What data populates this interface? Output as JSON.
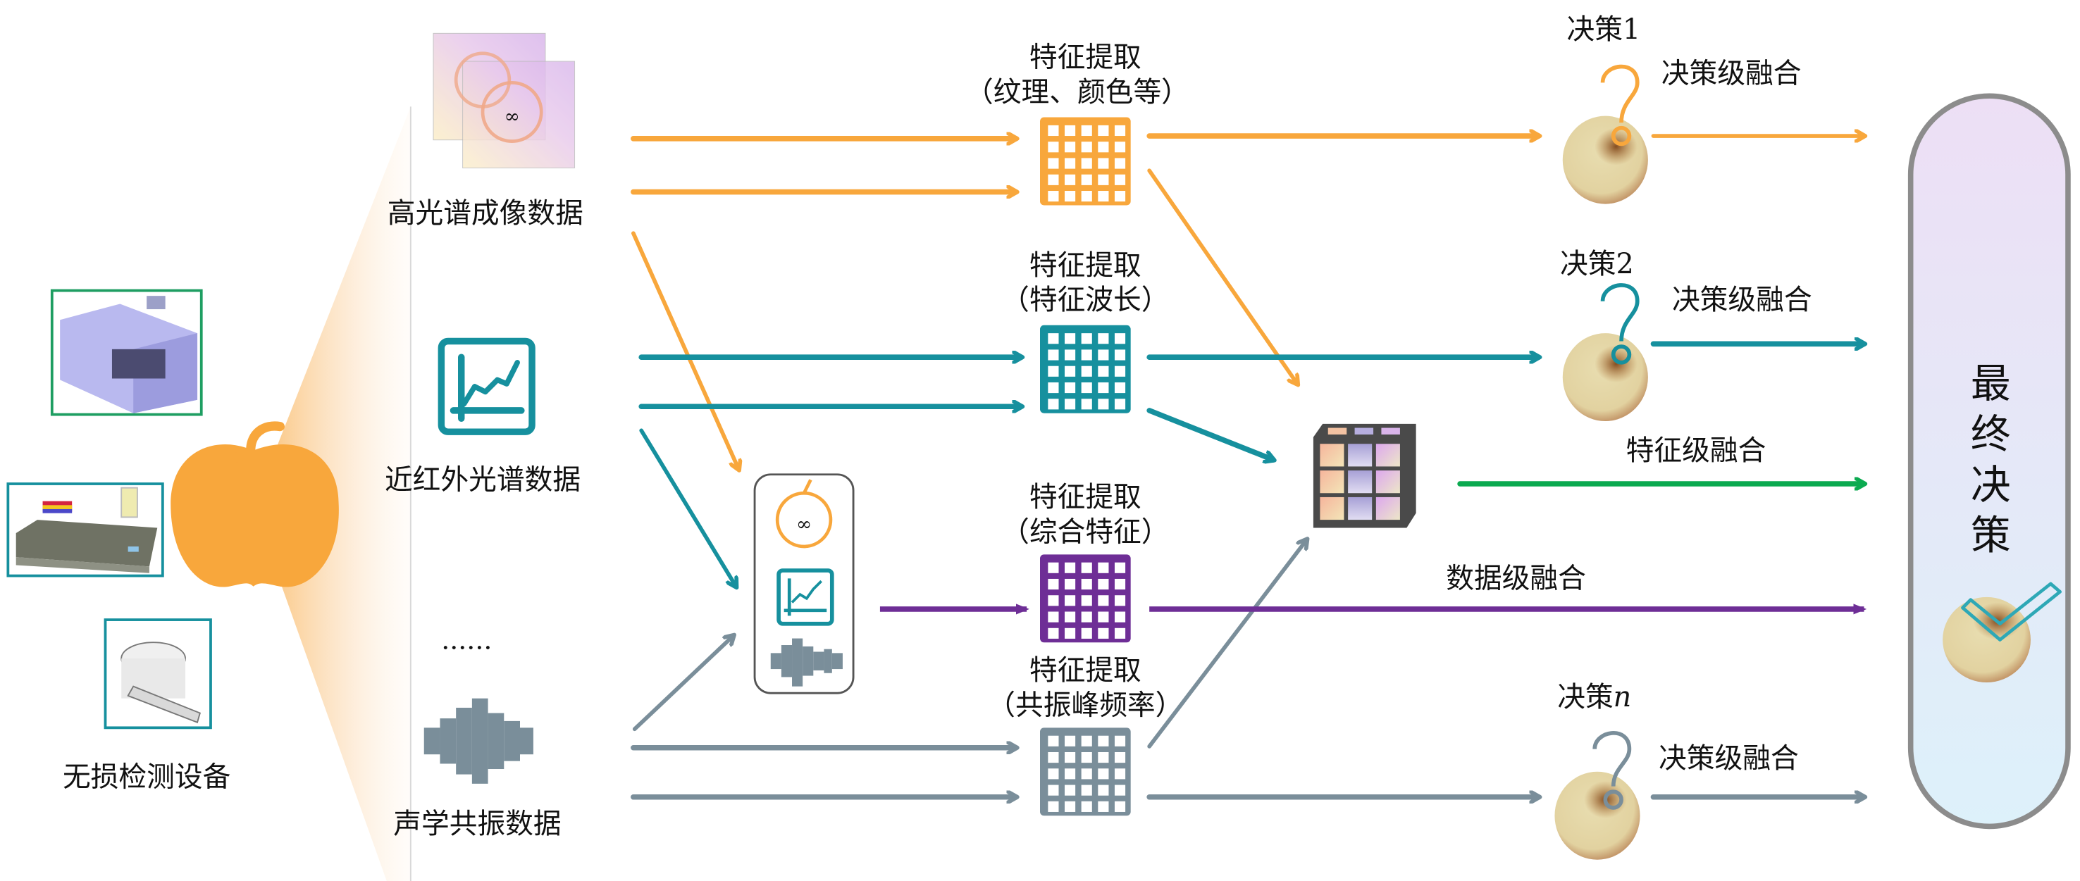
{
  "title": "苹果无损检测多源信息融合流程",
  "colors": {
    "hyperspectral": "#F8A73C",
    "nir": "#16909E",
    "acoustic": "#7A8E9A",
    "combined": "#6E2E96",
    "feature_fusion": "#0BAA50",
    "cube_frame": "#4A4A4A",
    "pill_border": "#8C8C8C"
  },
  "devices": {
    "label": "无损检测设备",
    "items": [
      {
        "name": "hyperspectral-imager",
        "border": "#1E9E62"
      },
      {
        "name": "nir-spectrometer",
        "border": "#16909E"
      },
      {
        "name": "nmr-analyzer",
        "border": "#16909E"
      }
    ]
  },
  "sources": [
    {
      "id": "hsi",
      "label": "高光谱成像数据",
      "icon": "apple-slices-image-icon"
    },
    {
      "id": "nir",
      "label": "近红外光谱数据",
      "icon": "line-chart-icon"
    },
    {
      "id": "ellipsis",
      "label": "......"
    },
    {
      "id": "acoustic",
      "label": "声学共振数据",
      "icon": "sound-wave-icon"
    }
  ],
  "feature_extraction": [
    {
      "title": "特征提取",
      "subtitle": "（纹理、颜色等）"
    },
    {
      "title": "特征提取",
      "subtitle": "（特征波长）"
    },
    {
      "title": "特征提取",
      "subtitle": "（综合特征）"
    },
    {
      "title": "特征提取",
      "subtitle": "（共振峰频率）"
    }
  ],
  "decisions": [
    {
      "label": "决策1",
      "fusion": "决策级融合"
    },
    {
      "label": "决策2",
      "fusion": "决策级融合"
    },
    {
      "label_prefix": "决策",
      "label_var": "n",
      "fusion": "决策级融合"
    }
  ],
  "fusion_levels": {
    "feature": "特征级融合",
    "data": "数据级融合"
  },
  "final": {
    "chars": [
      "最",
      "终",
      "决",
      "策"
    ]
  }
}
